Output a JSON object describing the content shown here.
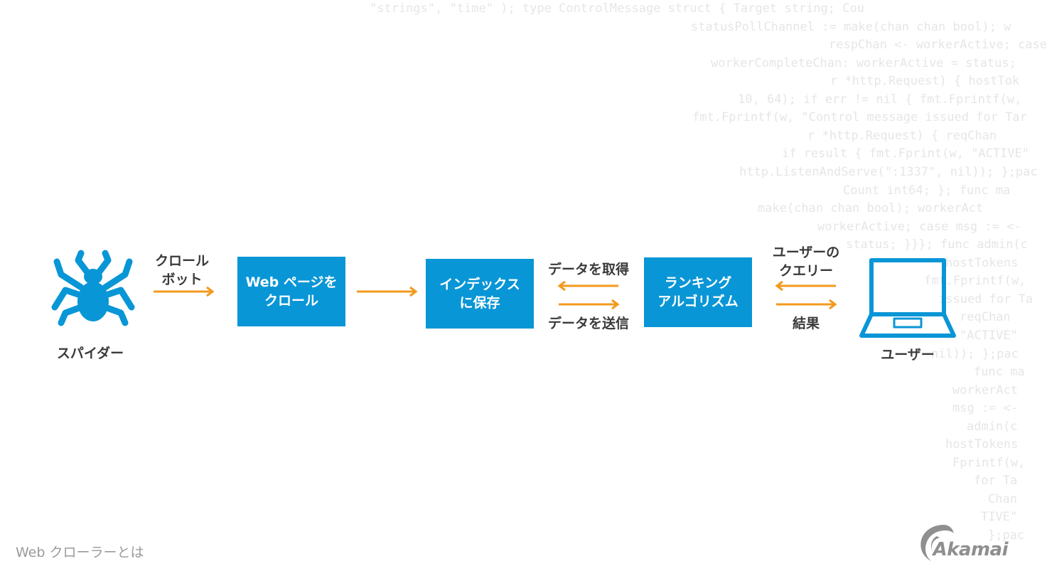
{
  "diagram": {
    "spider_label": "スパイダー",
    "crawl_bot_line1": "クロール",
    "crawl_bot_line2": "ボット",
    "box_crawl_line1": "Web ページを",
    "box_crawl_line2": "クロール",
    "box_index_line1": "インデックス",
    "box_index_line2": "に保存",
    "get_data": "データを取得",
    "send_data": "データを送信",
    "box_ranking_line1": "ランキング",
    "box_ranking_line2": "アルゴリズム",
    "user_query_line1": "ユーザーの",
    "user_query_line2": "クエリー",
    "result": "結果",
    "user_label": "ユーザー",
    "box_color": "#0996d6",
    "arrow_color": "#f39a1e"
  },
  "footer": {
    "title": "Web クローラーとは"
  },
  "brand": {
    "name": "Akamai"
  },
  "background_code": [
    "\"strings\", \"time\" ); type ControlMessage struct { Target string; Cou",
    "statusPollChannel := make(chan chan bool); w",
    "respChan <- workerActive; case",
    "workerCompleteChan: workerActive = status;",
    "r *http.Request) { hostTok",
    "10, 64); if err != nil { fmt.Fprintf(w,",
    "fmt.Fprintf(w, \"Control message issued for Tar",
    "r *http.Request) { reqChan",
    "if result { fmt.Fprint(w, \"ACTIVE\"",
    "http.ListenAndServe(\":1337\", nil)); };pac",
    "Count int64; }; func ma",
    "make(chan chan bool); workerAct",
    "workerActive; case msg := <-",
    "status; }}}; func admin(c",
    "hostTokens",
    "fmt.Fprintf(w,",
    "issued for Ta",
    "reqChan",
    "\"ACTIVE\"",
    "nil)); };pac",
    "func ma",
    "workerAct",
    "msg := <-",
    "admin(c",
    "hostTokens",
    "Fprintf(w,",
    "for Ta",
    "Chan",
    "TIVE\"",
    "};pac"
  ]
}
